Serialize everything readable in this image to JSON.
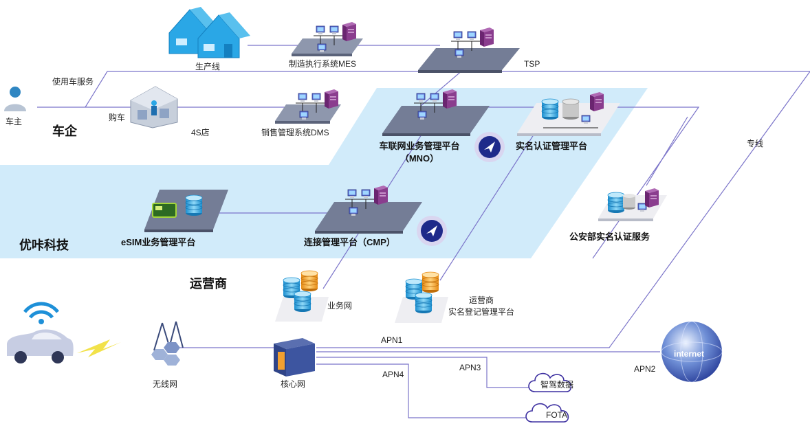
{
  "zones": {
    "car_company": "车企",
    "youka": "优咔科技",
    "operator": "运营商"
  },
  "nodes": {
    "owner": "车主",
    "production_line": "生产线",
    "mes": "制造执行系统MES",
    "tsp": "TSP",
    "use_car_service": "使用车服务",
    "buy_car": "购车",
    "store_4s": "4S店",
    "dms": "销售管理系统DMS",
    "mno_line1": "车联网业务管理平台",
    "mno_line2": "（MNO）",
    "realname_platform": "实名认证管理平台",
    "dedicated_line": "专线",
    "esim_platform": "eSIM业务管理平台",
    "cmp": "连接管理平台（CMP）",
    "police_realname": "公安部实名认证服务",
    "business_network": "业务网",
    "operator_reg_line1": "运营商",
    "operator_reg_line2": "实名登记管理平台",
    "wireless_network": "无线网",
    "core_network": "核心网",
    "internet": "internet",
    "smart_driving_data": "智驾数据",
    "fota": "FOTA"
  },
  "links": {
    "apn1": "APN1",
    "apn2": "APN2",
    "apn3": "APN3",
    "apn4": "APN4"
  },
  "colors": {
    "zone_fill": "#cfeafa",
    "line": "#7b74c9",
    "platform": "#747d96",
    "platform_top": "#8e97ad",
    "server_purple": "#8a3d8e",
    "db_blue": "#2fa6dc",
    "db_orange": "#f1a032",
    "badge": "#1e2a8a",
    "house_blue": "#2aa7e6"
  }
}
